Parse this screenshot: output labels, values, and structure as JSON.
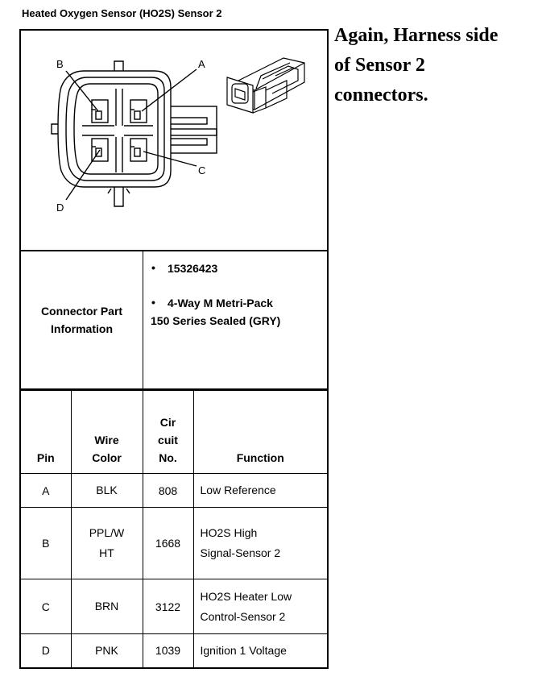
{
  "title": "Heated Oxygen Sensor (HO2S) Sensor 2",
  "note": [
    "Again, Harness side",
    "of Sensor 2",
    "connectors."
  ],
  "diagram": {
    "labels": {
      "a": "A",
      "b": "B",
      "c": "C",
      "d": "D"
    }
  },
  "info": {
    "label_line1": "Connector Part",
    "label_line2": "Information",
    "part_number": "15326423",
    "connector_line1": "4-Way M Metri-Pack",
    "connector_line2": "150 Series Sealed (GRY)",
    "bullet": "•"
  },
  "table": {
    "headers": {
      "pin": "Pin",
      "wire_color_1": "Wire",
      "wire_color_2": "Color",
      "circuit_1": "Cir",
      "circuit_2": "cuit",
      "circuit_3": "No.",
      "function": "Function"
    },
    "rows": [
      {
        "pin": "A",
        "color_1": "BLK",
        "color_2": "",
        "circuit": "808",
        "function_1": "Low Reference",
        "function_2": ""
      },
      {
        "pin": "B",
        "color_1": "PPL/W",
        "color_2": "HT",
        "circuit": "1668",
        "function_1": "HO2S High",
        "function_2": "Signal-Sensor 2"
      },
      {
        "pin": "C",
        "color_1": "BRN",
        "color_2": "",
        "circuit": "3122",
        "function_1": "HO2S Heater Low",
        "function_2": "Control-Sensor 2"
      },
      {
        "pin": "D",
        "color_1": "PNK",
        "color_2": "",
        "circuit": "1039",
        "function_1": "Ignition 1 Voltage",
        "function_2": ""
      }
    ]
  }
}
